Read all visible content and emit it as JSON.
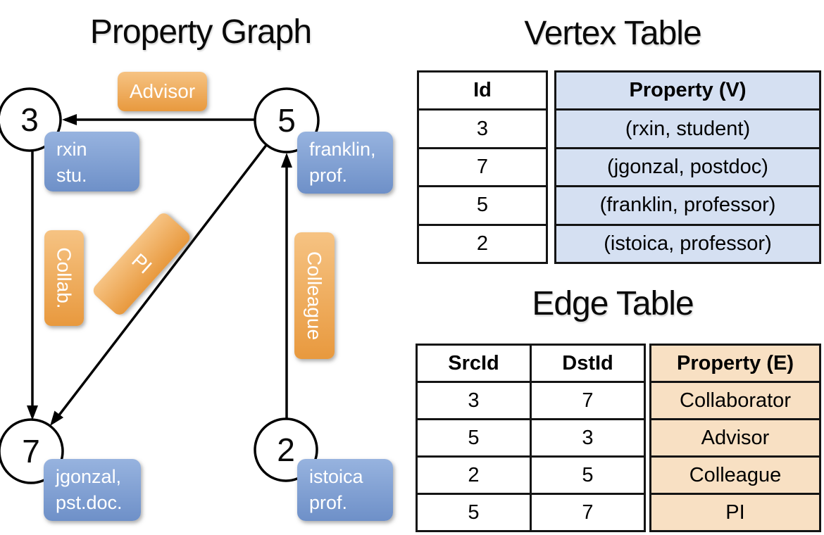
{
  "graph": {
    "title": "Property Graph",
    "nodes": {
      "n3": {
        "id": "3",
        "prop_line1": "rxin",
        "prop_line2": "stu."
      },
      "n5": {
        "id": "5",
        "prop_line1": "franklin,",
        "prop_line2": "prof."
      },
      "n7": {
        "id": "7",
        "prop_line1": "jgonzal,",
        "prop_line2": "pst.doc."
      },
      "n2": {
        "id": "2",
        "prop_line1": "istoica",
        "prop_line2": "prof."
      }
    },
    "edge_labels": {
      "advisor": "Advisor",
      "collab": "Collab.",
      "pi": "PI",
      "colleague": "Colleague"
    }
  },
  "vertex_table": {
    "title": "Vertex Table",
    "col_id": "Id",
    "col_property": "Property (V)",
    "rows": [
      {
        "id": "3",
        "property": "(rxin, student)"
      },
      {
        "id": "7",
        "property": "(jgonzal, postdoc)"
      },
      {
        "id": "5",
        "property": "(franklin, professor)"
      },
      {
        "id": "2",
        "property": "(istoica, professor)"
      }
    ]
  },
  "edge_table": {
    "title": "Edge Table",
    "col_src": "SrcId",
    "col_dst": "DstId",
    "col_property": "Property (E)",
    "rows": [
      {
        "src": "3",
        "dst": "7",
        "property": "Collaborator"
      },
      {
        "src": "5",
        "dst": "3",
        "property": "Advisor"
      },
      {
        "src": "2",
        "dst": "5",
        "property": "Colleague"
      },
      {
        "src": "5",
        "dst": "7",
        "property": "PI"
      }
    ]
  },
  "colors": {
    "edge_label_gradient_top": "#F6C383",
    "edge_label_gradient_bottom": "#E8993E",
    "vertex_label_gradient_top": "#97B3DF",
    "vertex_label_gradient_bottom": "#6E90C8",
    "vertex_table_fill": "#D5E0F2",
    "edge_table_fill": "#F8E0C3",
    "line_color": "#000000"
  }
}
